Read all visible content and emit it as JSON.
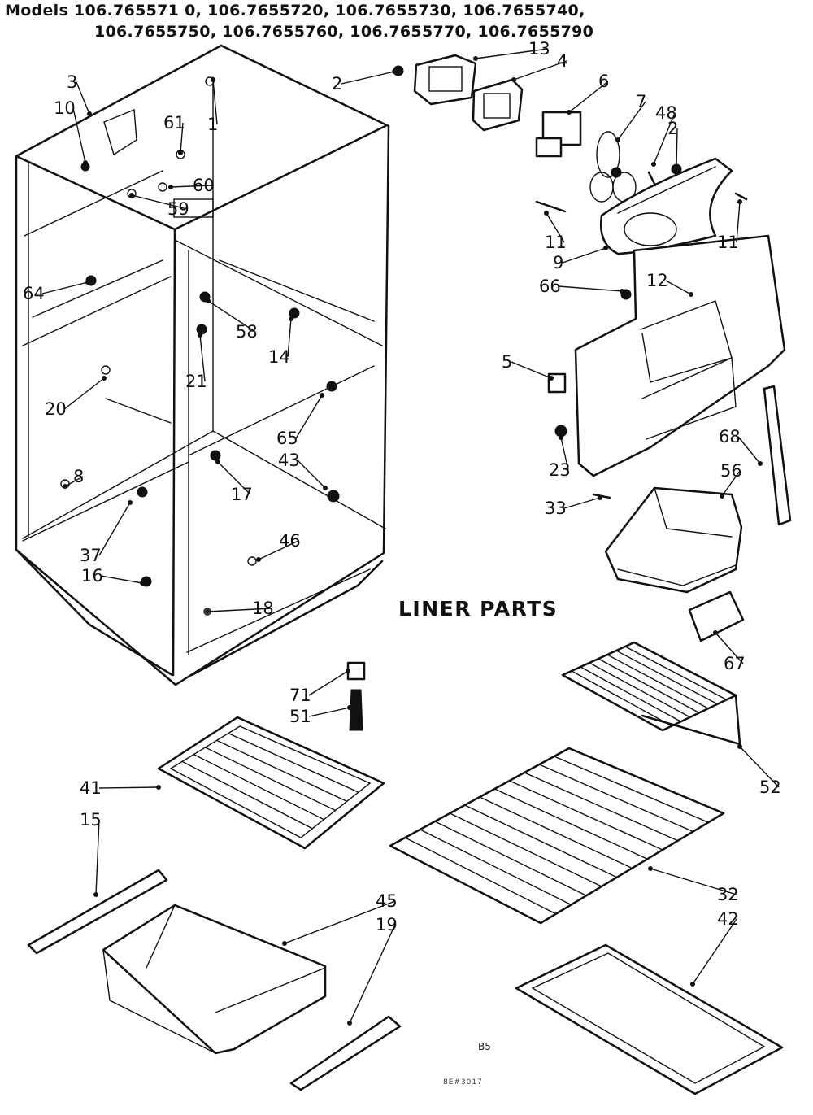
{
  "header": {
    "models_line_1": "Models 106.765571 0, 106.7655720, 106.7655730, 106.7655740,",
    "models_line_2": "106.7655750, 106.7655760, 106.7655770, 106.7655790"
  },
  "title": "LINER PARTS",
  "footer": {
    "page_code": "B5",
    "drawing_number": "8E#3017"
  },
  "callouts": [
    "1",
    "2",
    "2",
    "3",
    "4",
    "5",
    "6",
    "7",
    "8",
    "9",
    "10",
    "11",
    "11",
    "12",
    "13",
    "14",
    "15",
    "16",
    "17",
    "18",
    "19",
    "20",
    "21",
    "23",
    "32",
    "33",
    "37",
    "41",
    "42",
    "43",
    "45",
    "46",
    "48",
    "51",
    "52",
    "56",
    "58",
    "59",
    "60",
    "61",
    "64",
    "65",
    "66",
    "67",
    "68",
    "71"
  ]
}
